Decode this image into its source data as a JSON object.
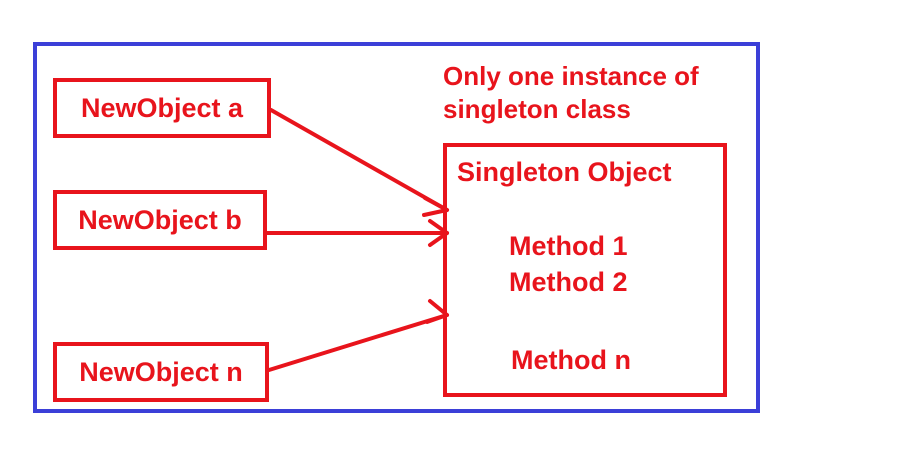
{
  "objects": [
    {
      "label": "NewObject a"
    },
    {
      "label": "NewObject b"
    },
    {
      "label": "NewObject n"
    }
  ],
  "note": {
    "line1": "Only one instance of",
    "line2": "singleton class"
  },
  "singleton": {
    "title": "Singleton Object",
    "methods": [
      "Method 1",
      "Method 2",
      "Method n"
    ]
  },
  "colors": {
    "frame": "#3b3fd8",
    "accent": "#e8141c"
  }
}
